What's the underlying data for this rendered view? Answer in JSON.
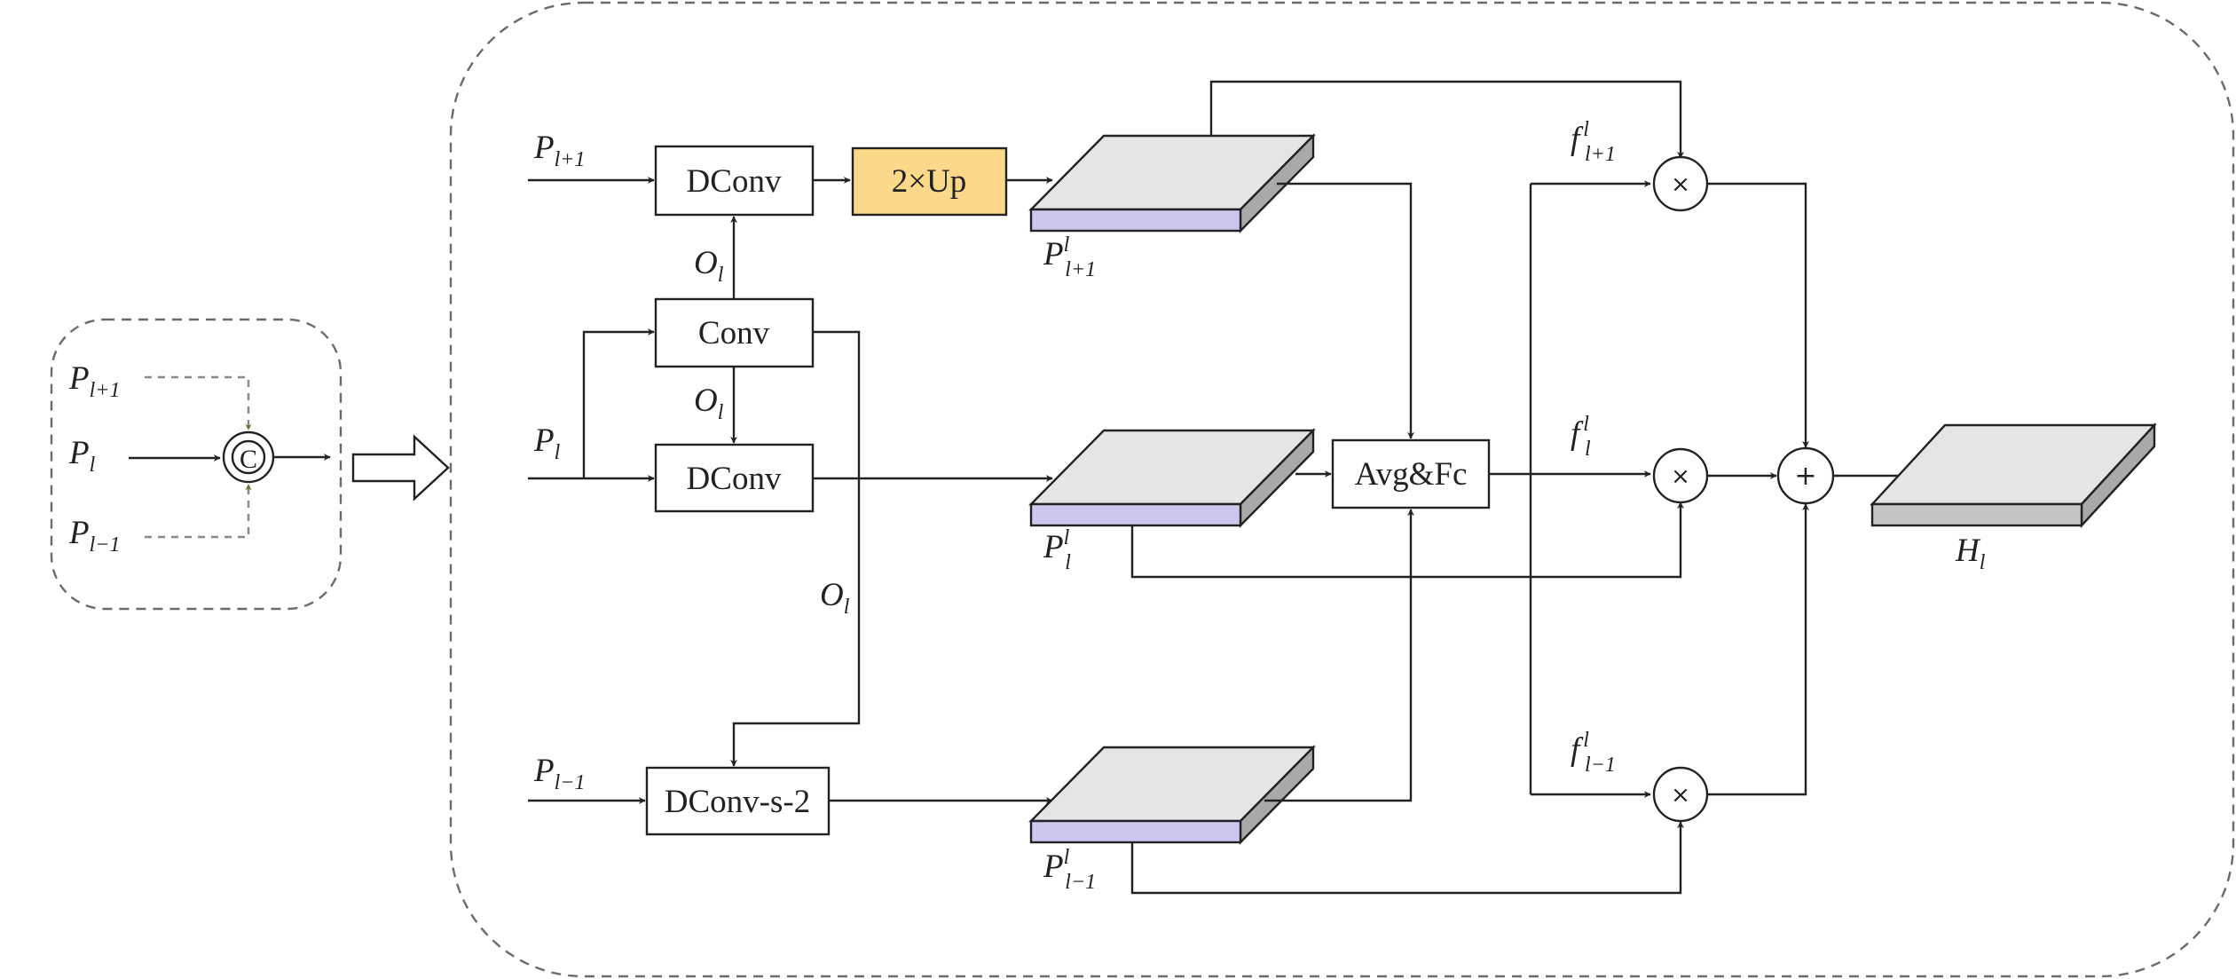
{
  "left_panel": {
    "input_upper": {
      "base": "P",
      "sub": "l+1"
    },
    "input_mid": {
      "base": "P",
      "sub": "l"
    },
    "input_lower": {
      "base": "P",
      "sub": "l−1"
    },
    "concat_symbol": "C"
  },
  "blocks": {
    "dconv_top": "DConv",
    "upsample": "2×Up",
    "conv": "Conv",
    "dconv_mid": "DConv",
    "dconv_s2": "DConv-s-2",
    "avg_fc": "Avg&Fc"
  },
  "inputs": {
    "top": {
      "base": "P",
      "sub": "l+1"
    },
    "mid": {
      "base": "P",
      "sub": "l"
    },
    "bot": {
      "base": "P",
      "sub": "l−1"
    }
  },
  "offsets": {
    "o_top": {
      "base": "O",
      "sub": "l"
    },
    "o_mid": {
      "base": "O",
      "sub": "l"
    },
    "o_low": {
      "base": "O",
      "sub": "l"
    }
  },
  "features": {
    "top": {
      "base": "P",
      "sup": "l",
      "sub": "l+1"
    },
    "mid": {
      "base": "P",
      "sup": "l",
      "sub": "l"
    },
    "bot": {
      "base": "P",
      "sup": "l",
      "sub": "l−1"
    }
  },
  "weights": {
    "top": {
      "base": "f",
      "sup": "l",
      "sub": "l+1"
    },
    "mid": {
      "base": "f",
      "sup": "l",
      "sub": "l"
    },
    "bot": {
      "base": "f",
      "sup": "l",
      "sub": "l−1"
    }
  },
  "operators": {
    "multiply": "×",
    "add": "+"
  },
  "output": {
    "base": "H",
    "sub": "l"
  },
  "colors": {
    "upsample_fill": "#fbd88a",
    "feature_front": "#cdc6ee",
    "feature_top": "#e5e5e5",
    "feature_side": "#a9a9a9",
    "connector_arrow": "#6b6b2a",
    "dashed_border": "#6b6b6b"
  }
}
